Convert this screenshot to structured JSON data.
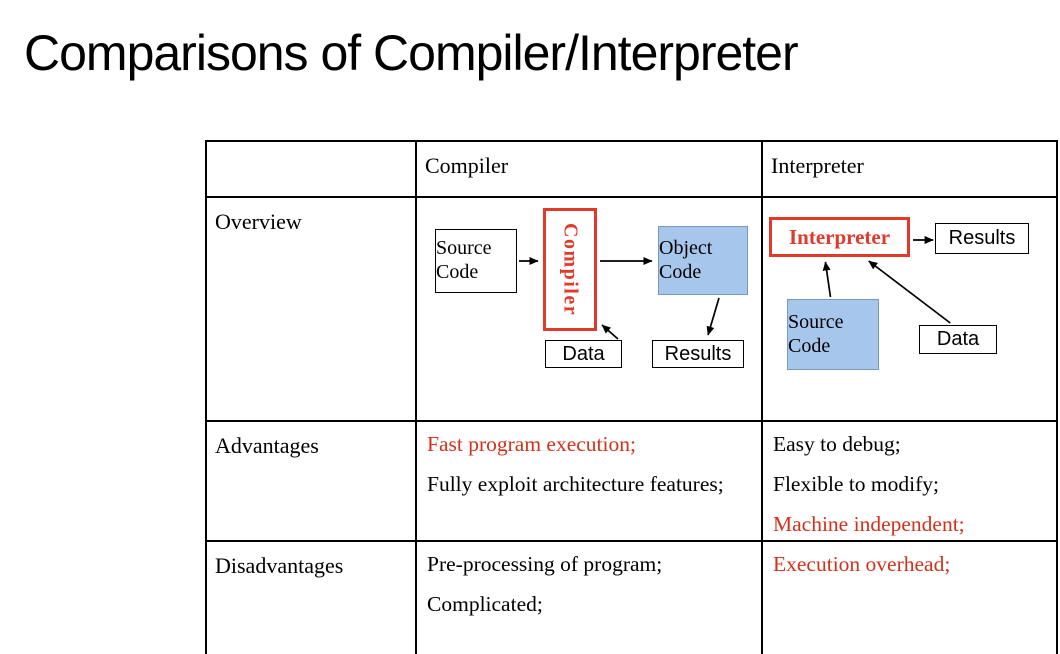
{
  "title": "Comparisons of Compiler/Interpreter",
  "colors": {
    "red": "#e03a2b",
    "text_red": "#d3301d",
    "blue": "#a7c6ec"
  },
  "table": {
    "headers": {
      "compiler": "Compiler",
      "interpreter": "Interpreter"
    },
    "row_labels": {
      "overview": "Overview",
      "advantages": "Advantages",
      "disadvantages": "Disadvantages"
    },
    "advantages": {
      "compiler": [
        {
          "text": "Fast program execution;",
          "color": "red"
        },
        {
          "text": "Fully exploit architecture features;",
          "color": "black"
        }
      ],
      "interpreter": [
        {
          "text": "Easy to debug;",
          "color": "black"
        },
        {
          "text": "Flexible to modify;",
          "color": "black"
        },
        {
          "text": "Machine independent;",
          "color": "red"
        }
      ]
    },
    "disadvantages": {
      "compiler": [
        {
          "text": "Pre-processing of program;",
          "color": "black"
        },
        {
          "text": "Complicated;",
          "color": "black"
        }
      ],
      "interpreter": [
        {
          "text": "Execution overhead;",
          "color": "red"
        }
      ]
    }
  },
  "compiler_diagram": {
    "source_code": "Source Code",
    "compiler": "Compiler",
    "object_code": "Object Code",
    "data": "Data",
    "results": "Results"
  },
  "interpreter_diagram": {
    "interpreter": "Interpreter",
    "results": "Results",
    "source_code": "Source Code",
    "data": "Data"
  }
}
